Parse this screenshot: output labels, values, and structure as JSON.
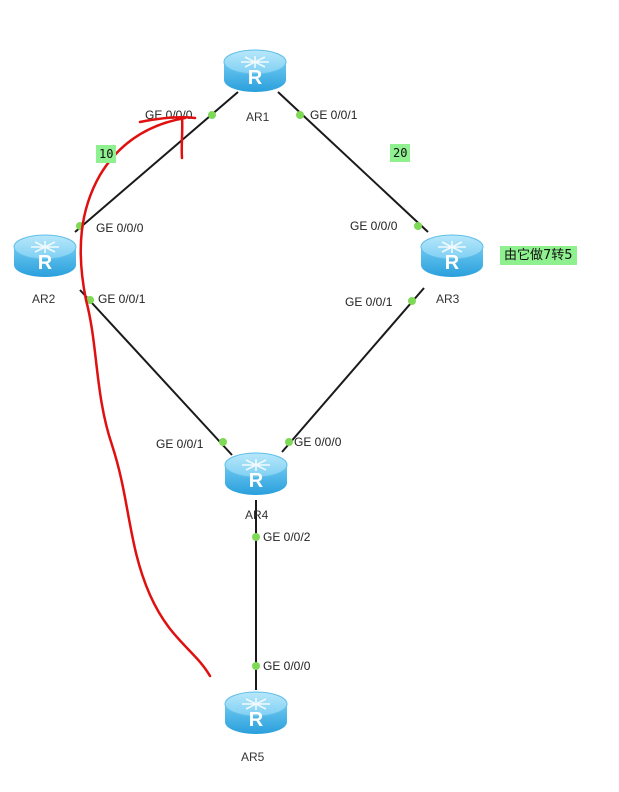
{
  "routers": [
    {
      "id": "ar1",
      "label": "AR1"
    },
    {
      "id": "ar2",
      "label": "AR2"
    },
    {
      "id": "ar3",
      "label": "AR3"
    },
    {
      "id": "ar4",
      "label": "AR4"
    },
    {
      "id": "ar5",
      "label": "AR5"
    }
  ],
  "router_icon_letter": "R",
  "links": [
    {
      "id": "ar1-ar2",
      "a_port": "GE 0/0/0",
      "b_port": "GE 0/0/0"
    },
    {
      "id": "ar1-ar3",
      "a_port": "GE 0/0/1",
      "b_port": "GE 0/0/0"
    },
    {
      "id": "ar2-ar4",
      "a_port": "GE 0/0/1",
      "b_port": "GE 0/0/1"
    },
    {
      "id": "ar3-ar4",
      "a_port": "GE 0/0/1",
      "b_port": "GE 0/0/0"
    },
    {
      "id": "ar4-ar5",
      "a_port": "GE 0/0/2",
      "b_port": "GE 0/0/0"
    }
  ],
  "cost_tags": {
    "ar1_ar2": "10",
    "ar1_ar3": "20"
  },
  "note": "由它做7转5",
  "colors": {
    "link": "#1a1a1a",
    "port_dot": "#7ed957",
    "router_body": "#4fb8e8",
    "router_top": "#8ed6f5",
    "tag_bg": "#8ef08e",
    "annotation": "#e01010"
  }
}
